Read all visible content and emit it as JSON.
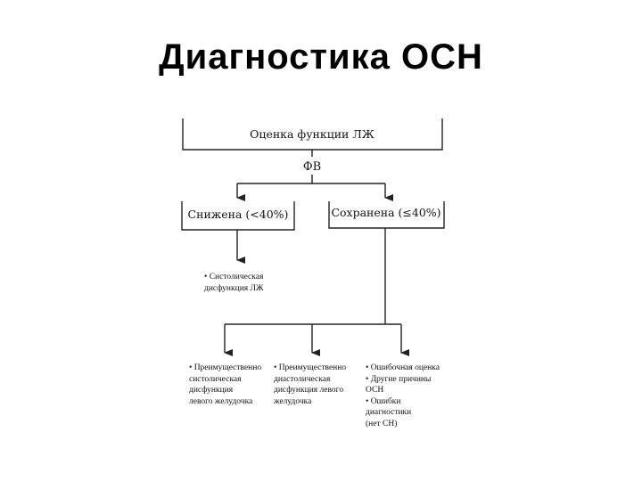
{
  "title": "Диагностика ОСН",
  "nodes": {
    "assessment": "Оценка функции ЛЖ",
    "ef": "ФВ",
    "reduced": "Снижена (<40%)",
    "preserved": "Сохранена (≤40%)"
  },
  "notes": {
    "systolic": [
      "• Систолическая",
      "дисфункция ЛЖ"
    ],
    "predominant_systolic": [
      "• Преимущественно",
      "систолическая",
      "дисфункция",
      "левого желудочка"
    ],
    "predominant_diastolic": [
      "• Преимущественно",
      "диастолическая",
      "дисфункция левого",
      "желудочка"
    ],
    "other": [
      "• Ошибочная оценка",
      "• Другие причины",
      "ОСН",
      "• Ошибки",
      "диагностики",
      "(нет СН)"
    ]
  },
  "colors": {
    "line": "#222222",
    "text": "#111111",
    "title": "#000000"
  }
}
